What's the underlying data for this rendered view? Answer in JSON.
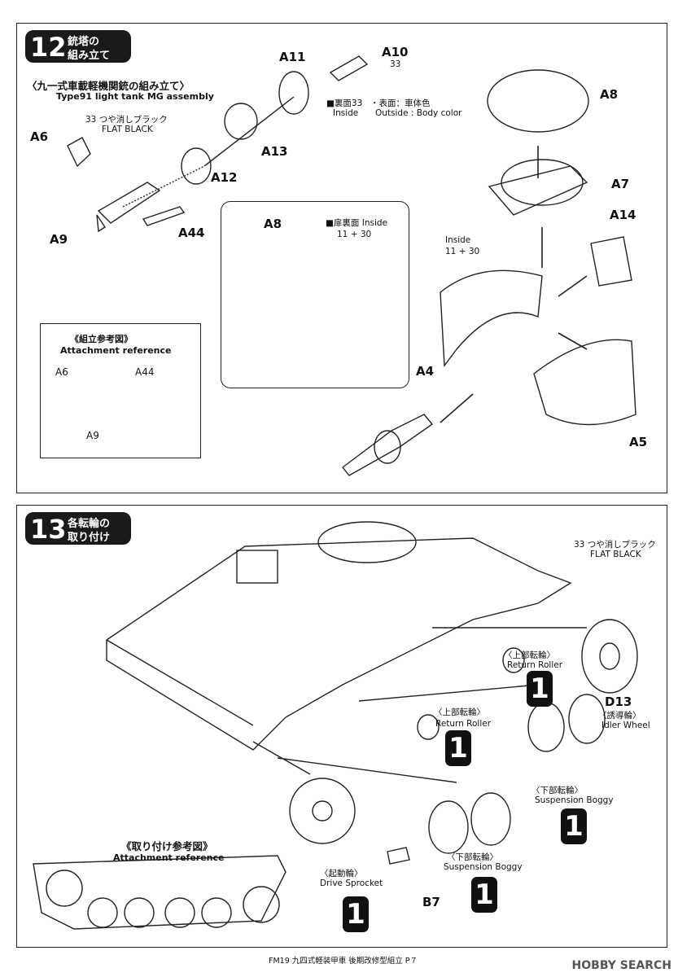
{
  "step12": {
    "number": "12",
    "title_line1": "銃塔の",
    "title_line2": "組み立て",
    "mg_title_jp": "〈九一式車載軽機関銃の組み立て〉",
    "mg_title_en": "Type91 light tank MG assembly",
    "paint_code": "33",
    "flat_black_jp": "つや消しブラック",
    "flat_black_en": "FLAT BLACK",
    "parts": {
      "A6": "A6",
      "A9": "A9",
      "A44": "A44",
      "A12": "A12",
      "A13": "A13",
      "A11": "A11",
      "A10": "A10",
      "A8": "A8",
      "A7": "A7",
      "A14": "A14",
      "A4": "A4",
      "A5": "A5"
    },
    "inside_label_jp": "■裏面",
    "inside_label_en": "Inside",
    "outside_label": "・表面：車体色",
    "outside_label_en": "Outside : Body color",
    "detail_a8": "A8",
    "detail_hatch_jp": "■扉裏面",
    "detail_hatch_en": "Inside",
    "paint_11": "11",
    "paint_30": "30",
    "plus": "+",
    "inside_en": "Inside",
    "reference_jp": "《組立参考図》",
    "reference_en": "Attachment reference"
  },
  "step13": {
    "number": "13",
    "title_line1": "各転輪の",
    "title_line2": "取り付け",
    "paint_code": "33",
    "flat_black_jp": "つや消しブラック",
    "flat_black_en": "FLAT BLACK",
    "idler": {
      "part": "D13",
      "jp": "〈誘導輪〉",
      "en": "Idler Wheel"
    },
    "return_roller_jp": "〈上部転輪〉",
    "return_roller_en": "Return Roller",
    "boggy_jp": "〈下部転輪〉",
    "boggy_en": "Suspension Boggy",
    "sprocket_jp": "〈起動輪〉",
    "sprocket_en": "Drive Sprocket",
    "b7": "B7",
    "qty": "1",
    "reference_jp": "《取り付け参考図》",
    "reference_en": "Attachment reference"
  },
  "footer": {
    "text": "FM19 九四式軽装甲車 後期改修型組立 P７",
    "watermark": "HOBBY SEARCH"
  }
}
